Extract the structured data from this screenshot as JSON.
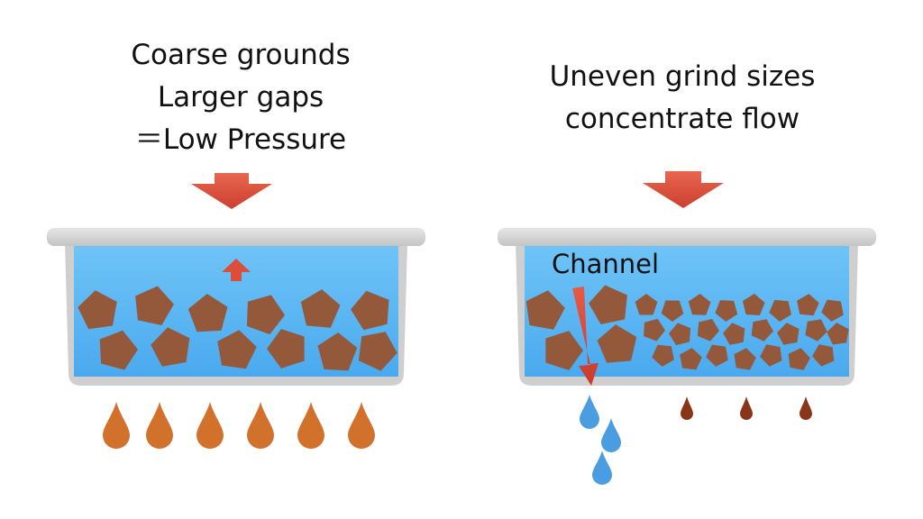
{
  "left_panel": {
    "caption_lines": [
      "Coarse grounds",
      "Larger gaps",
      "＝Low Pressure"
    ]
  },
  "right_panel": {
    "caption_lines": [
      "Uneven grind sizes",
      "concentrate flow"
    ],
    "channel_label": "Channel"
  },
  "colors": {
    "water": "#55b6f3",
    "basket": "#d6d6d6",
    "grounds": "#94583a",
    "pressure_arrow": "#dc4d3a",
    "coffee_drip_left": "#d2712c",
    "coffee_drip_right": "#8a3517",
    "water_drip": "#4a9de0"
  }
}
